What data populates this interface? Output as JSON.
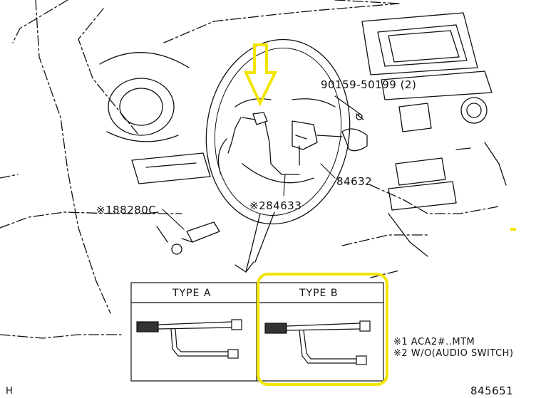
{
  "labels": {
    "bolt": "90159-50199 (2)",
    "part_84632": "84632",
    "part_84633": "※284633",
    "part_88280c": "※188280C",
    "type_a": "TYPE A",
    "type_b": "TYPE B",
    "note1": "※1 ACA2#..MTM",
    "note2": "※2 W/O(AUDIO SWITCH)",
    "corner": "H",
    "figure_number": "845651"
  },
  "colors": {
    "line": "#111111",
    "highlight_arrow": "#f2e600",
    "highlight_box": "#f2e600",
    "background": "#ffffff"
  },
  "icons": [
    "down-arrow-icon"
  ]
}
